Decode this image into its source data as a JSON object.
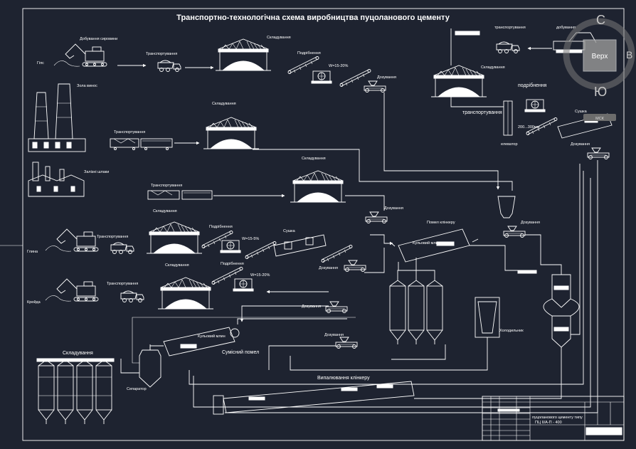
{
  "title": "Транспортно-технологічна схема виробництва пуцоланового цементу",
  "labels": {
    "dobuvannia_syrovyny": "Добування сировини",
    "gips": "Гіпс",
    "transport_1": "Транспортування",
    "skladuvannia_1": "Складування",
    "podribnennia_1": "Подрібнення",
    "w_1": "W=15-20%",
    "dozuvannia_1": "Дозування",
    "zola_vynosu": "Зола винос",
    "skladuvannia_2": "Складування",
    "transport_2": "Транспортування",
    "zal_shlaky": "Залізні шлаки",
    "skladuvannia_3": "Складування",
    "transport_3": "Транспортування",
    "dozuvannia_3": "Дозування",
    "glyna": "Глина",
    "transport_4": "Транспортування",
    "skladuvannia_4": "Складування",
    "podribnennia_4": "Подрібнення",
    "w_4": "W=15-5%",
    "sushka_4": "Сушка",
    "dozuvannia_4": "Дозування",
    "pomel_klinkeru": "Помел клінкеру",
    "kulovyi_mlyn_1": "Кульовий млин",
    "kreida": "Крейда",
    "transport_5": "Транспортування",
    "skladuvannia_5": "Складування",
    "podribnennia_5": "Подрібнення",
    "w_5": "W=15-20%",
    "dozuvannia_5": "Дозування",
    "dozuvannia_6": "Дозування",
    "kholodylnyk": "Холодильник",
    "kulovyi_mlyn_2": "Кульовий млин",
    "sumisnyi_pomel": "Сумісний помел",
    "skladuvannia_6": "Складування",
    "separator": "Сепаратор",
    "vypaliuvannia": "Випалювання клінкеру",
    "transport_top": "транспортування",
    "dobuvannia_top": "добування",
    "skladuvannia_top": "Складування",
    "podribnennia_top": "подрібнення",
    "transport_top2": "транспортування",
    "sushka_top": "Сушка",
    "elevator": "елеватор",
    "size_range": "200...300мм",
    "dozuvannia_top": "Дозування",
    "dozuvannia_right": "Дозування"
  },
  "title_block": {
    "line1": "пуцоланового цементу типу",
    "line2": "ПЦ II/А-П - 400"
  },
  "viewcube": {
    "north": "С",
    "south": "Ю",
    "east": "В",
    "face": "Верх",
    "wcs": "МСК"
  },
  "colors": {
    "background": "#1e2330",
    "line": "#ffffff"
  }
}
